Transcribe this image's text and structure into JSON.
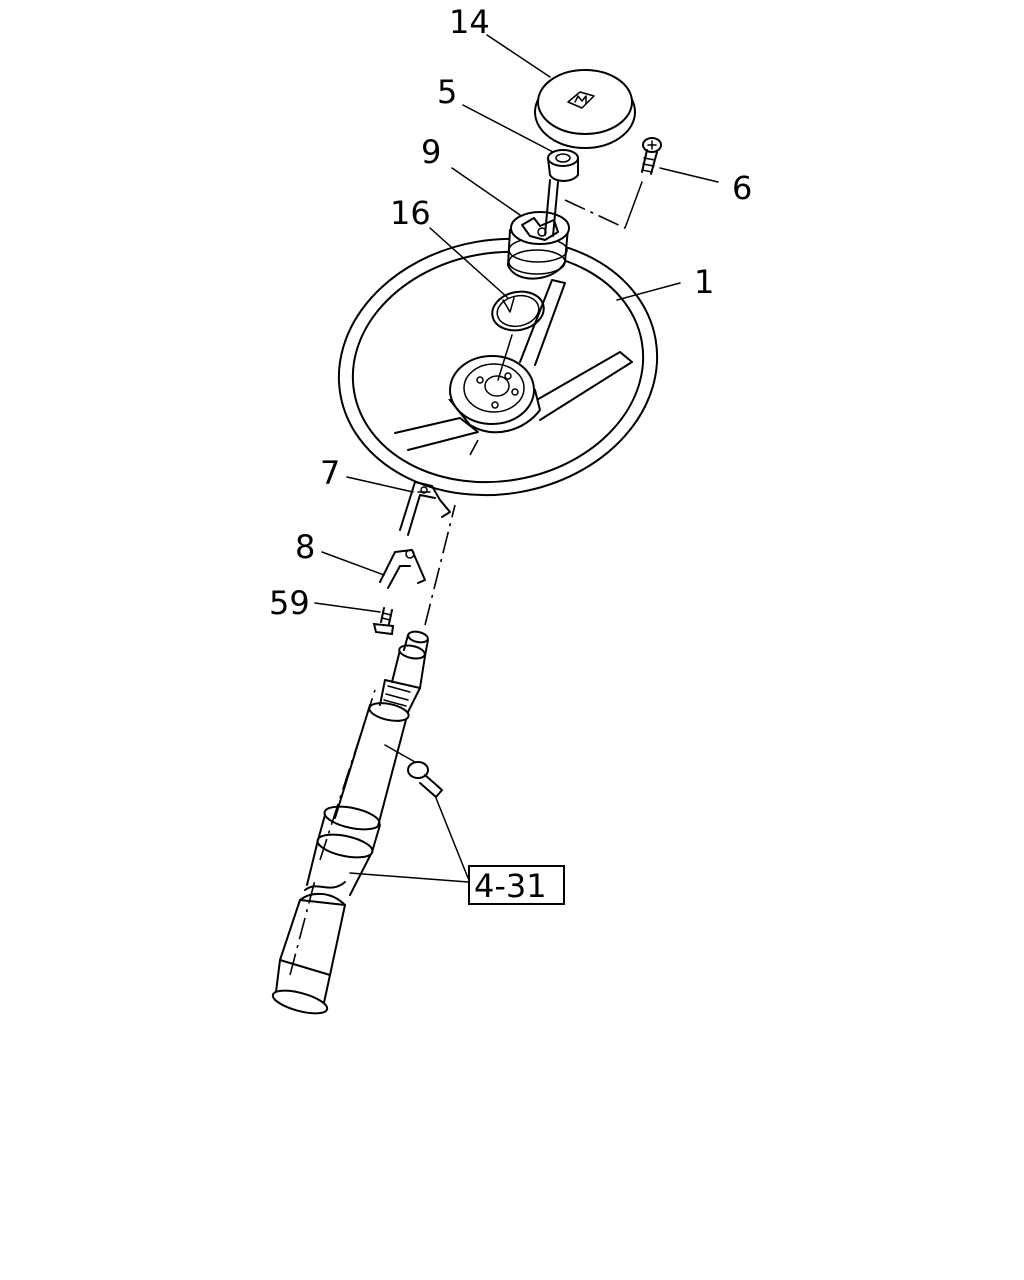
{
  "callouts": {
    "p14": "14",
    "p5": "5",
    "p9": "9",
    "p6": "6",
    "p16": "16",
    "p1": "1",
    "p7": "7",
    "p8": "8",
    "p59": "59"
  },
  "reference": {
    "figure_ref": "4-31"
  },
  "icons": {
    "horn_emblem": "manufacturer-logo-icon"
  }
}
